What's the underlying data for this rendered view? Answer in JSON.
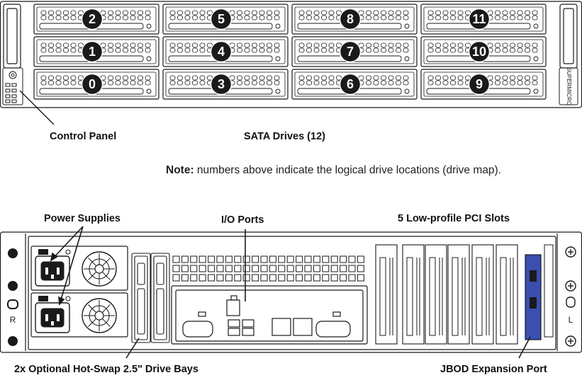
{
  "front": {
    "labels": {
      "control_panel": "Control Panel",
      "sata_drives": "SATA Drives (12)"
    },
    "drive_numbers": [
      [
        "2",
        "5",
        "8",
        "11"
      ],
      [
        "1",
        "4",
        "7",
        "10"
      ],
      [
        "0",
        "3",
        "6",
        "9"
      ]
    ],
    "brand_text": "SUPERMICRO"
  },
  "note": {
    "prefix": "Note:",
    "text": " numbers above indicate the logical drive locations (drive map)."
  },
  "rear": {
    "labels": {
      "power_supplies": "Power Supplies",
      "io_ports": "I/O Ports",
      "pci_slots": "5 Low-profile PCI Slots",
      "drive_bays": "2x Optional Hot-Swap 2.5\" Drive Bays",
      "jbod_port": "JBOD Expansion Port"
    },
    "side_marks": {
      "left": "R",
      "right": "L"
    }
  },
  "colors": {
    "line": "#1a1a1a",
    "badge_fill": "#1a1a1a",
    "badge_text": "#ffffff",
    "jbod_fill": "#3a4fb0"
  }
}
